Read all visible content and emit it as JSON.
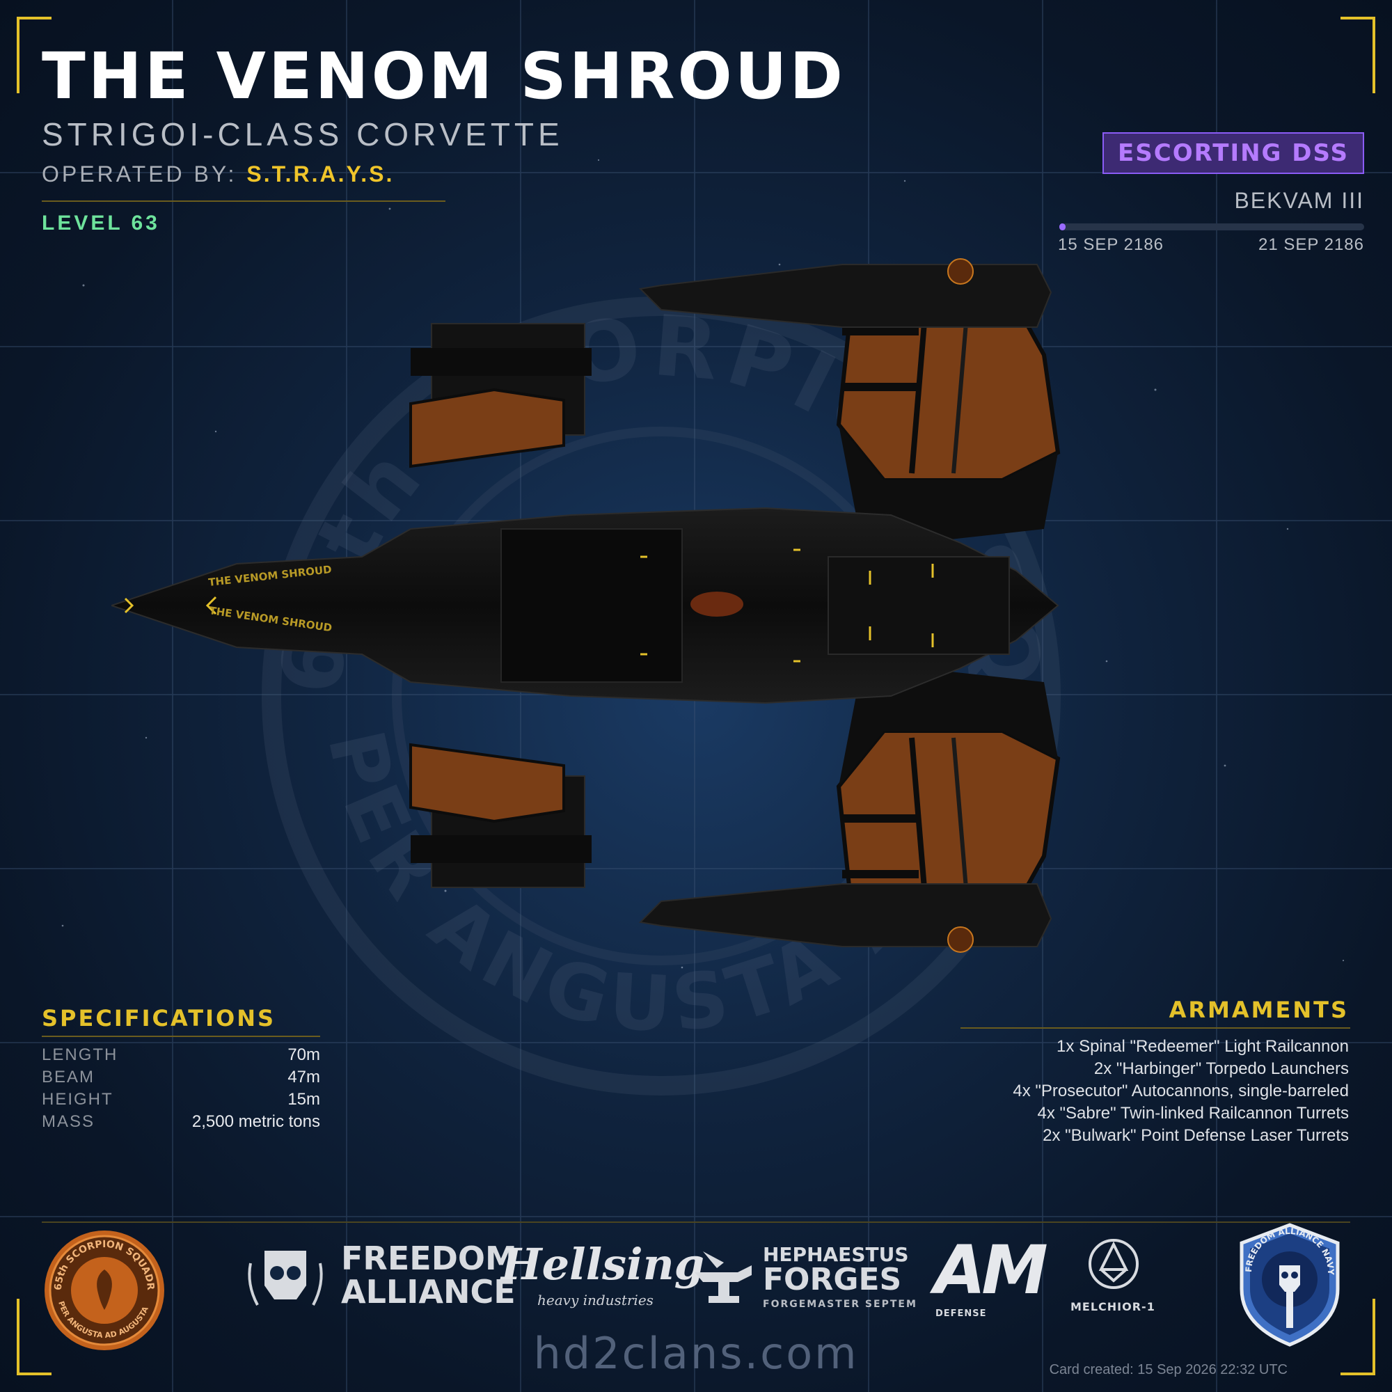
{
  "header": {
    "title": "THE VENOM SHROUD",
    "subtitle": "STRIGOI-CLASS CORVETTE",
    "operated_label": "OPERATED BY:",
    "operator": "S.T.R.A.Y.S.",
    "level": "LEVEL 63"
  },
  "status": {
    "badge": "ESCORTING DSS",
    "planet": "BEKVAM III",
    "start_date": "15 SEP 2186",
    "end_date": "21 SEP 2186",
    "progress": 0.02
  },
  "ship": {
    "hull_text_top": "THE VENOM SHROUD",
    "hull_text_bottom": "THE VENOM SHROUD"
  },
  "watermark": {
    "top_text": "65th SCORPION SQUADRON",
    "bottom_text": "PER ANGUSTA AD AUGUSTA"
  },
  "specifications": {
    "heading": "SPECIFICATIONS",
    "rows": [
      {
        "label": "LENGTH",
        "value": "70m"
      },
      {
        "label": "BEAM",
        "value": "47m"
      },
      {
        "label": "HEIGHT",
        "value": "15m"
      },
      {
        "label": "MASS",
        "value": "2,500 metric tons"
      }
    ]
  },
  "armaments": {
    "heading": "ARMAMENTS",
    "items": [
      "1x Spinal \"Redeemer\" Light Railcannon",
      "2x \"Harbinger\" Torpedo Launchers",
      "4x \"Prosecutor\" Autocannons, single-barreled",
      "4x \"Sabre\" Twin-linked Railcannon Turrets",
      "2x \"Bulwark\" Point Defense Laser Turrets"
    ]
  },
  "logos": {
    "squadron_top": "65th SCORPION SQUADRON",
    "squadron_bottom": "PER ANGUSTA AD AUGUSTA",
    "freedom_line1": "FREEDOM",
    "freedom_line2": "ALLIANCE",
    "hellsing": "Hellsing",
    "hellsing_sub": "heavy industries",
    "hephaestus_line1": "HEPHAESTUS",
    "hephaestus_line2": "FORGES",
    "hephaestus_sub": "FORGEMASTER SEPTEM",
    "am_mark": "AM",
    "am_sub": "DEFENSE",
    "melchior": "MELCHIOR-1",
    "navy_ring": "FREEDOM ALLIANCE NAVY"
  },
  "footer": {
    "site": "hd2clans.com",
    "created": "Card created: 15 Sep 2026 22:32 UTC"
  },
  "colors": {
    "accent_yellow": "#e4c12a",
    "badge_purple": "#8b5cf6",
    "level_green": "#6ee39c",
    "hull_orange": "#8a4a1e",
    "background": "#10243f"
  }
}
